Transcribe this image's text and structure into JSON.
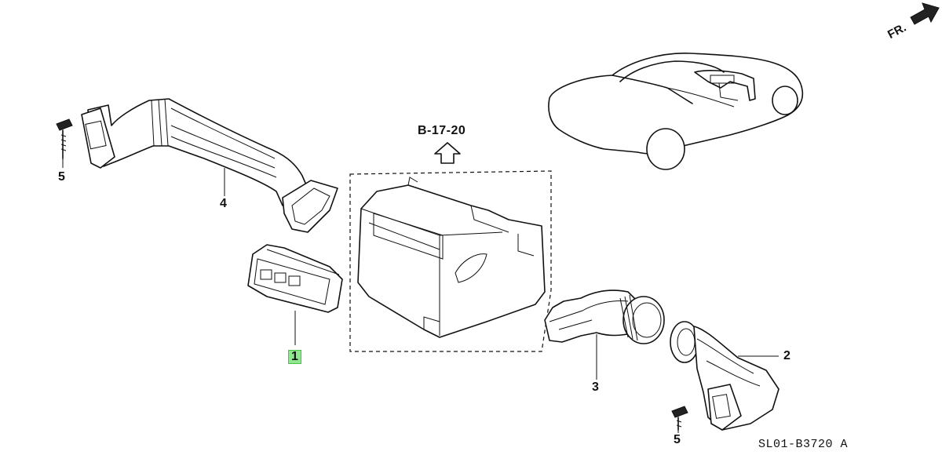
{
  "diagram": {
    "parts": [
      {
        "number": "1",
        "highlighted": true
      },
      {
        "number": "2",
        "highlighted": false
      },
      {
        "number": "3",
        "highlighted": false
      },
      {
        "number": "4",
        "highlighted": false
      },
      {
        "number": "5",
        "highlighted": false
      },
      {
        "number": "5",
        "highlighted": false
      }
    ],
    "reference": "B-17-20",
    "direction_label": "FR.",
    "drawing_code": "SL01-B3720 A",
    "highlight_color": "#8fe88f"
  }
}
